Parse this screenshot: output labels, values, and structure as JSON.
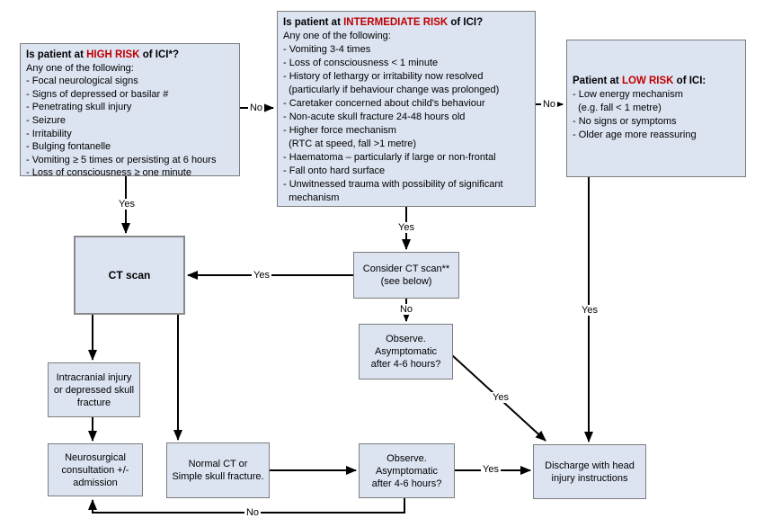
{
  "colors": {
    "highlight": "#c00000",
    "box_fill": "#dce3f1",
    "box_border": "#7d7d7d",
    "arrow": "#000000"
  },
  "boxes": {
    "high_risk": {
      "title_prefix": "Is patient at ",
      "title_highlight": "HIGH RISK",
      "title_suffix": " of ICI*?",
      "lines": [
        "Any one of the following:",
        "- Focal neurological signs",
        "- Signs of depressed or basilar #",
        "- Penetrating skull injury",
        "- Seizure",
        "- Irritability",
        "- Bulging fontanelle",
        "- Vomiting ≥ 5 times or persisting at 6 hours",
        "- Loss of consciousness ≥ one minute"
      ]
    },
    "intermediate_risk": {
      "title_prefix": "Is patient at ",
      "title_highlight": "INTERMEDIATE RISK",
      "title_suffix": " of ICI?",
      "lines": [
        "Any one of the following:",
        "- Vomiting 3-4 times",
        "- Loss of consciousness < 1 minute",
        "- History of lethargy or irritability now resolved",
        "  (particularly if behaviour change was prolonged)",
        "- Caretaker concerned about child's behaviour",
        "- Non-acute skull fracture 24-48 hours old",
        "- Higher force mechanism",
        "  (RTC at speed, fall >1 metre)",
        "- Haematoma – particularly if large or non-frontal",
        "- Fall onto hard surface",
        "- Unwitnessed trauma with possibility of significant",
        "  mechanism"
      ]
    },
    "low_risk": {
      "title_prefix": "Patient at ",
      "title_highlight": "LOW RISK",
      "title_suffix": " of ICI:",
      "lines": [
        "- Low energy mechanism",
        "  (e.g. fall < 1 metre)",
        "- No signs or symptoms",
        "- Older age more reassuring"
      ]
    },
    "ct_scan": {
      "label": "CT scan"
    },
    "consider_ct": {
      "lines": [
        "Consider CT scan**",
        "(see below)"
      ]
    },
    "observe_top": {
      "lines": [
        "Observe.",
        "Asymptomatic",
        "after 4-6 hours?"
      ]
    },
    "intracranial": {
      "lines": [
        "Intracranial injury",
        "or depressed skull",
        "fracture"
      ]
    },
    "neurosurgical": {
      "lines": [
        "Neurosurgical",
        "consultation +/-",
        "admission"
      ]
    },
    "normal_ct": {
      "lines": [
        "Normal CT or",
        "Simple skull fracture."
      ]
    },
    "observe_bottom": {
      "lines": [
        "Observe.",
        "Asymptomatic",
        "after 4-6 hours?"
      ]
    },
    "discharge": {
      "lines": [
        "Discharge with head",
        "injury instructions"
      ]
    }
  },
  "edges": {
    "high_no": "No",
    "int_no": "No",
    "high_yes": "Yes",
    "int_yes": "Yes",
    "consider_yes": "Yes",
    "consider_no": "No",
    "observe_yes": "Yes",
    "low_yes": "Yes",
    "observe2_yes": "Yes",
    "observe2_no": "No"
  }
}
